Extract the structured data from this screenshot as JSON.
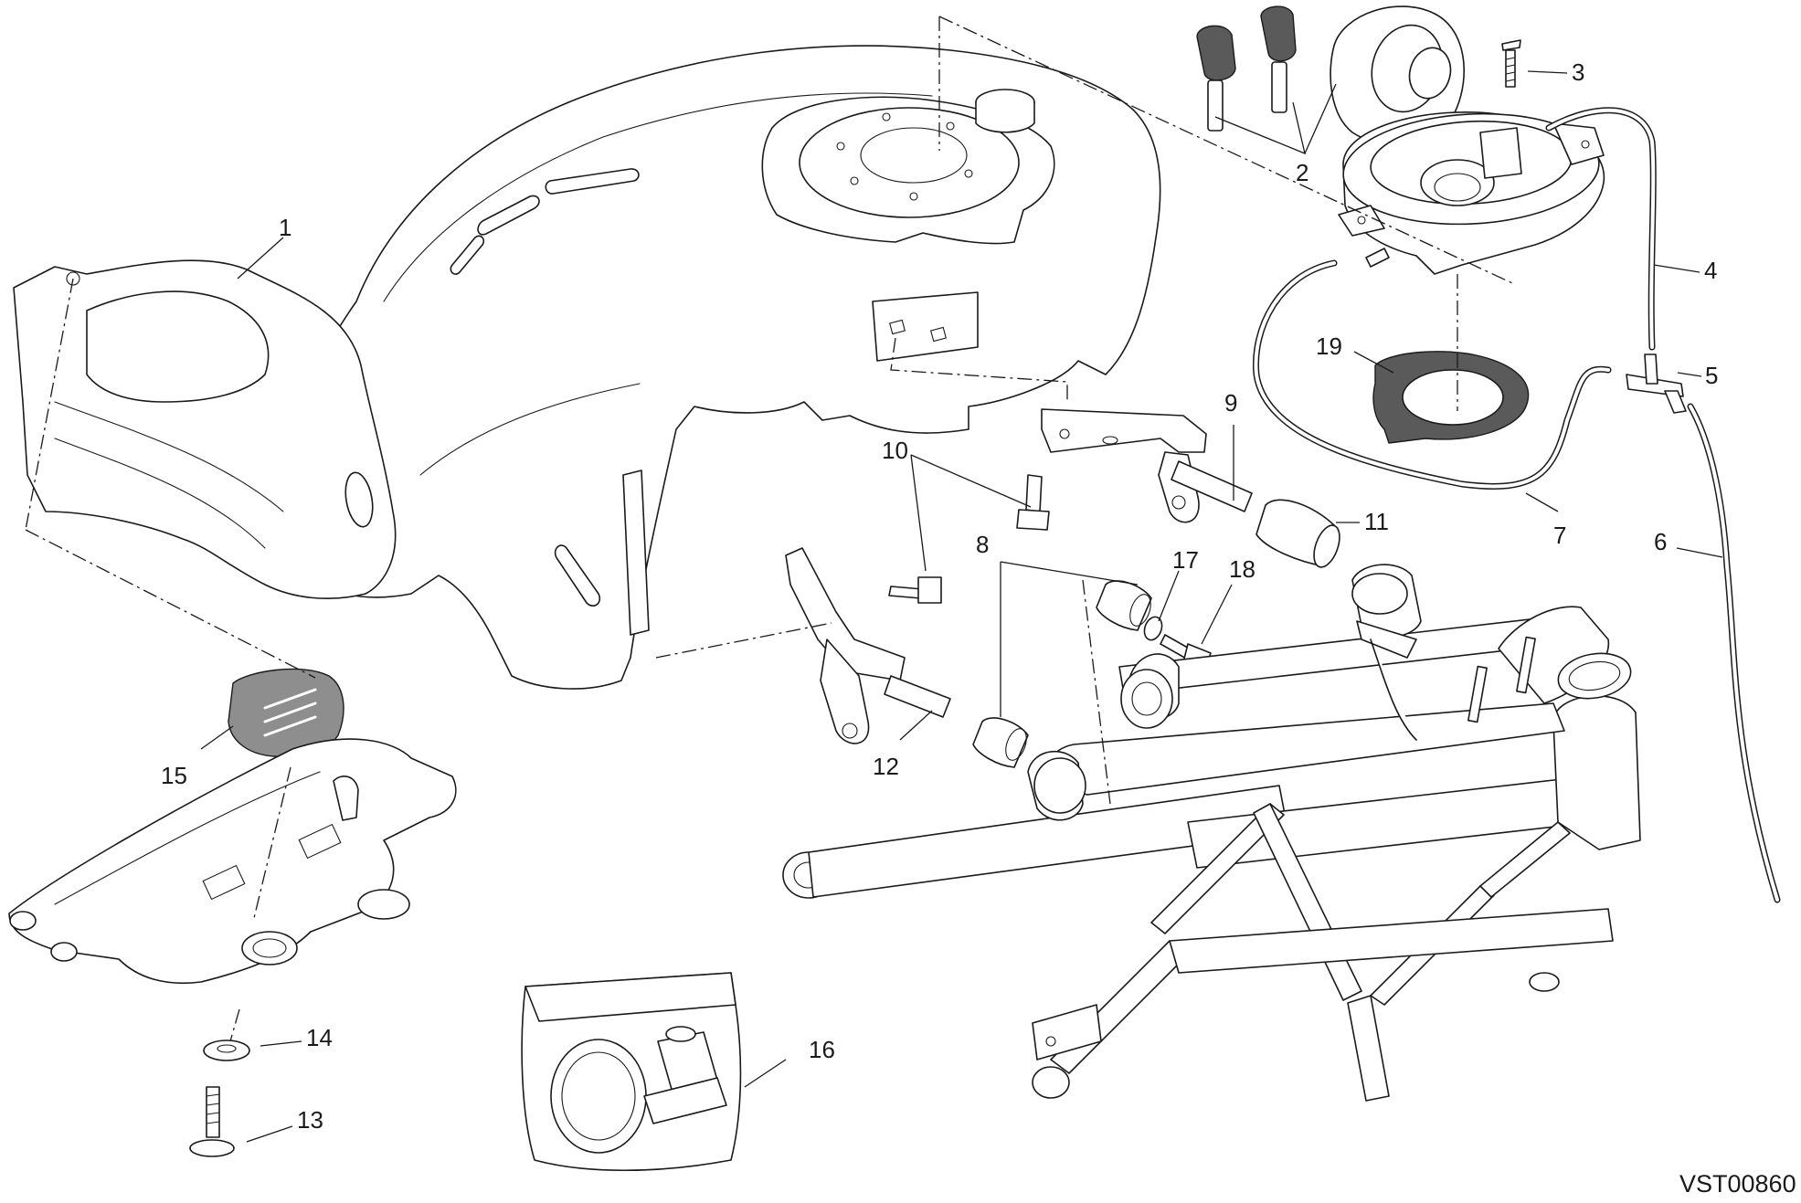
{
  "diagram_code": "VST00860",
  "callouts": [
    {
      "id": "1",
      "label": "1"
    },
    {
      "id": "2",
      "label": "2"
    },
    {
      "id": "3",
      "label": "3"
    },
    {
      "id": "4",
      "label": "4"
    },
    {
      "id": "5",
      "label": "5"
    },
    {
      "id": "6",
      "label": "6"
    },
    {
      "id": "7",
      "label": "7"
    },
    {
      "id": "8",
      "label": "8"
    },
    {
      "id": "9",
      "label": "9"
    },
    {
      "id": "10",
      "label": "10"
    },
    {
      "id": "11",
      "label": "11"
    },
    {
      "id": "12",
      "label": "12"
    },
    {
      "id": "13",
      "label": "13"
    },
    {
      "id": "14",
      "label": "14"
    },
    {
      "id": "15",
      "label": "15"
    },
    {
      "id": "16",
      "label": "16"
    },
    {
      "id": "17",
      "label": "17"
    },
    {
      "id": "18",
      "label": "18"
    },
    {
      "id": "19",
      "label": "19"
    }
  ]
}
